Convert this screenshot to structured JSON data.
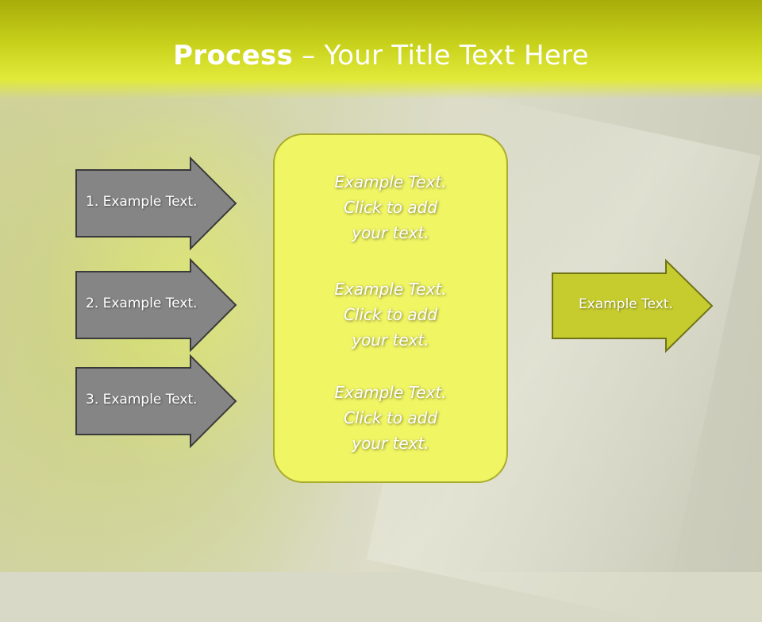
{
  "slide": {
    "title_bold": "Process",
    "title_sep": " – ",
    "title_rest": "Your Title Text Here"
  },
  "inputs": [
    {
      "label": "1. Example Text."
    },
    {
      "label": "2. Example Text."
    },
    {
      "label": "3. Example Text."
    }
  ],
  "center": [
    {
      "line1": "Example Text.",
      "line2": "Click  to add",
      "line3": "your text."
    },
    {
      "line1": "Example Text.",
      "line2": "Click  to add",
      "line3": "your text."
    },
    {
      "line1": "Example Text.",
      "line2": "Click  to add",
      "line3": "your text."
    }
  ],
  "output": {
    "label": "Example Text."
  },
  "colors": {
    "title_band": "#c8d21c",
    "input_arrow_fill": "#858585",
    "input_arrow_stroke": "#3a3a3a",
    "center_box_fill": "#f0f564",
    "center_box_stroke": "#a9ac2c",
    "output_arrow_fill": "#c6cc2e",
    "output_arrow_stroke": "#6f7318"
  }
}
